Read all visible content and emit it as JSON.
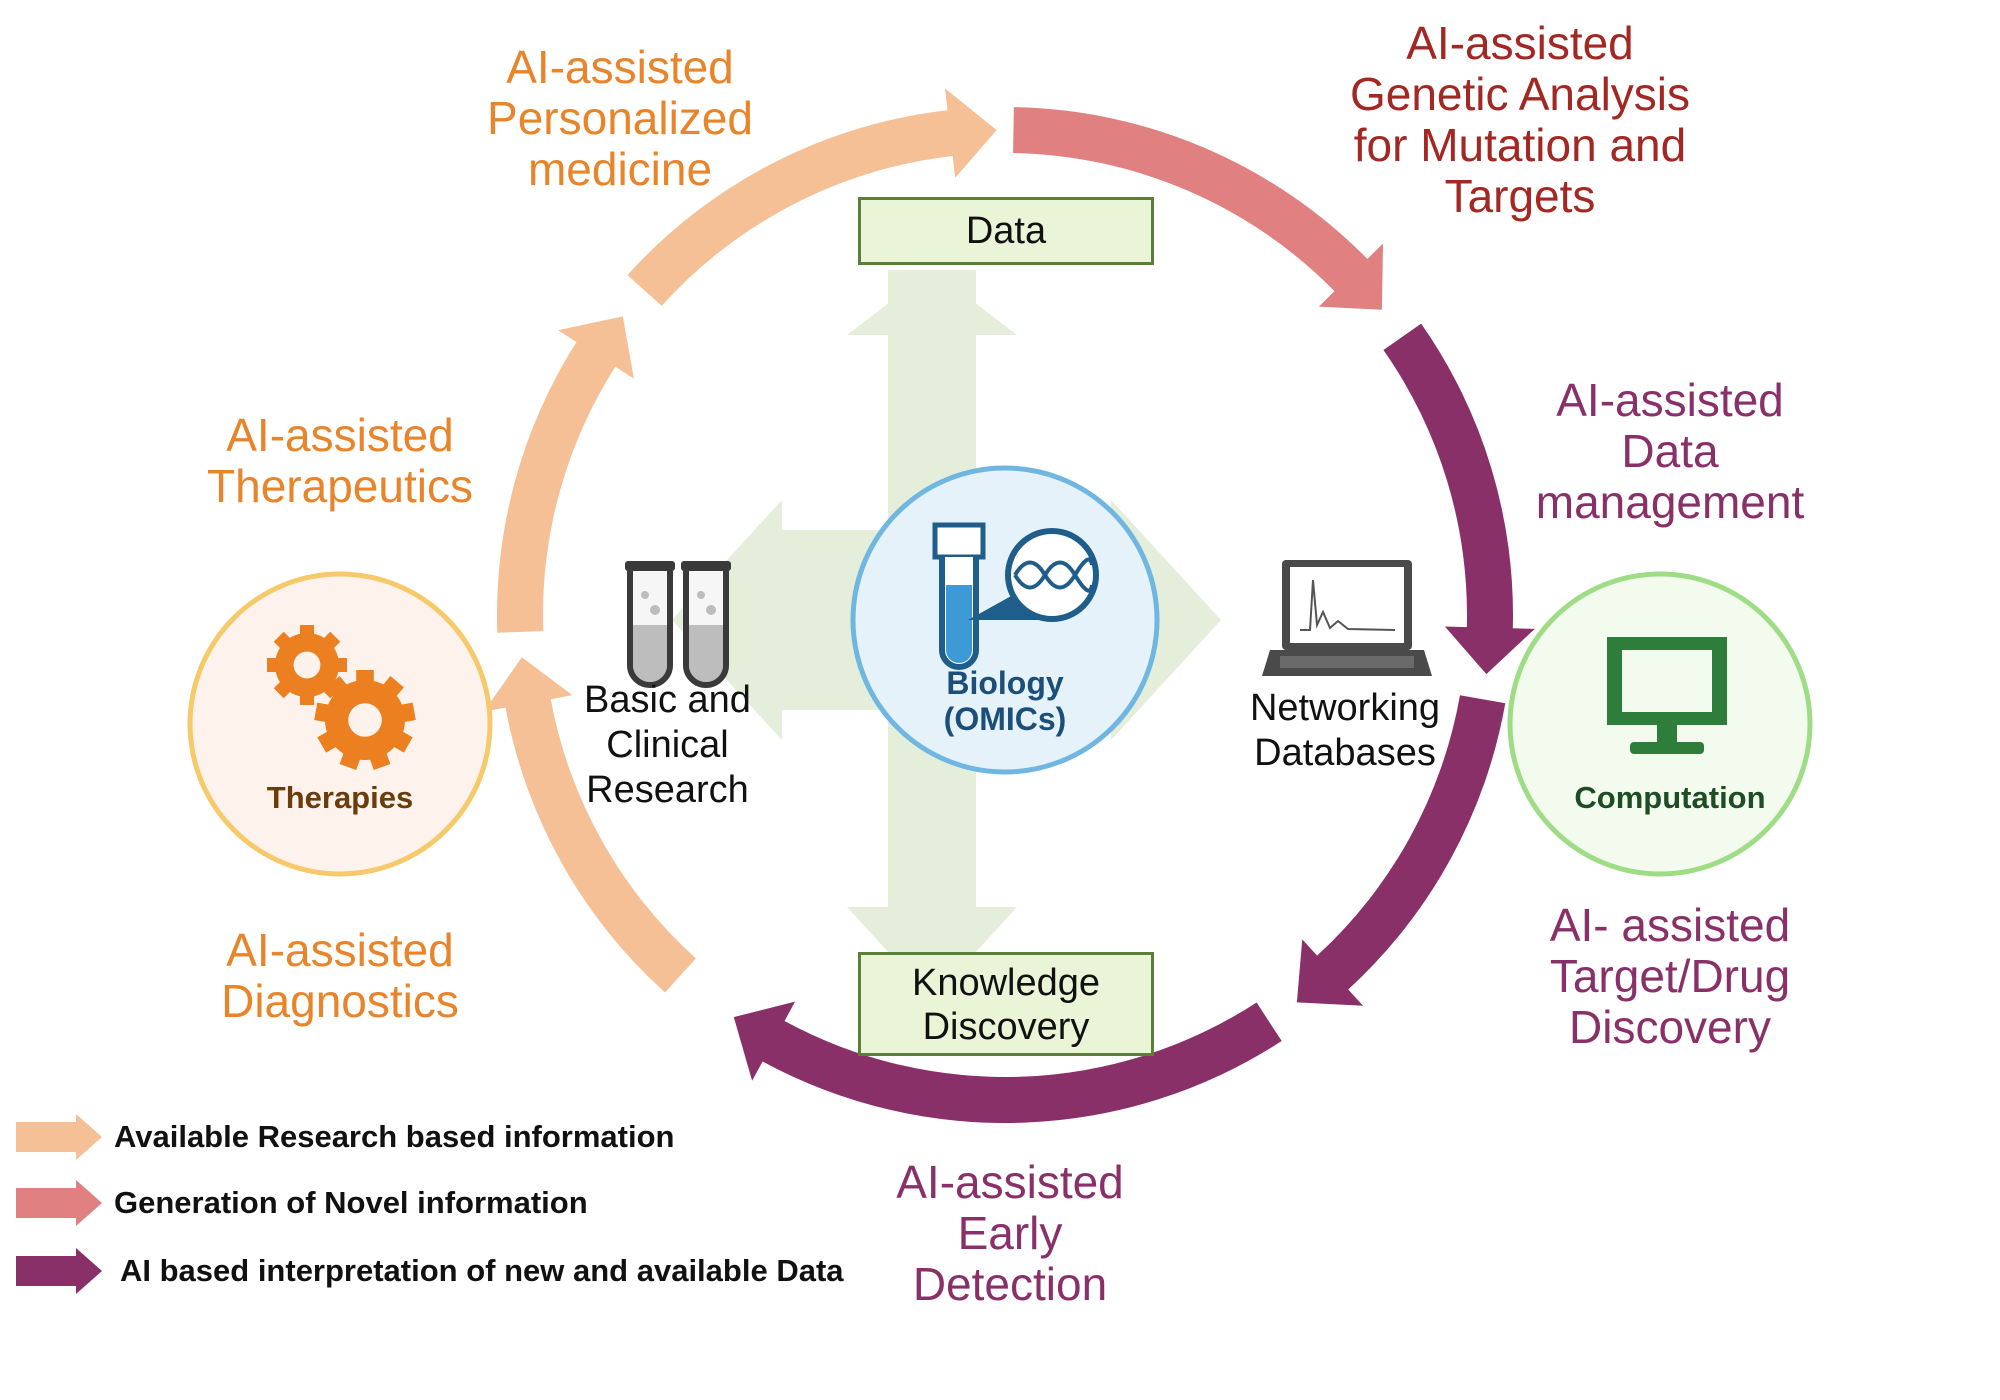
{
  "colors": {
    "available": "#f5c095",
    "novel": "#e08080",
    "ai": "#8a3068",
    "center_arrows": "#e4eedb",
    "therapies_ring": "#f6c96a",
    "computation_ring": "#9fdc86",
    "biology_ring": "#6fb6e0"
  },
  "labels": {
    "personalized": [
      "AI-assisted",
      "Personalized",
      "medicine"
    ],
    "genetic": [
      "AI-assisted",
      "Genetic Analysis",
      "for Mutation and",
      "Targets"
    ],
    "data_mgmt": [
      "AI-assisted",
      "Data",
      "management"
    ],
    "target_drug": [
      "AI- assisted",
      "Target/Drug",
      "Discovery"
    ],
    "early": [
      "AI-assisted",
      "Early",
      "Detection"
    ],
    "diagnostics": [
      "AI-assisted",
      "Diagnostics"
    ],
    "therapeutics": [
      "AI-assisted",
      "Therapeutics"
    ]
  },
  "boxes": {
    "data": "Data",
    "knowledge": [
      "Knowledge",
      "Discovery"
    ]
  },
  "inner": {
    "research": [
      "Basic and",
      "Clinical",
      "Research"
    ],
    "networking": [
      "Networking",
      "Databases"
    ],
    "biology": [
      "Biology",
      "(OMICs)"
    ]
  },
  "nodes": {
    "therapies": "Therapies",
    "computation": "Computation"
  },
  "icons": {
    "gears": "gears-icon",
    "monitor": "monitor-icon",
    "test_tubes": "test-tubes-icon",
    "laptop": "laptop-icon",
    "dna": "dna-tube-icon"
  },
  "legend": [
    {
      "text": "Available Research based information",
      "color_key": "available"
    },
    {
      "text": "Generation of Novel information",
      "color_key": "novel"
    },
    {
      "text": "AI based interpretation of new and available Data",
      "color_key": "ai"
    }
  ]
}
